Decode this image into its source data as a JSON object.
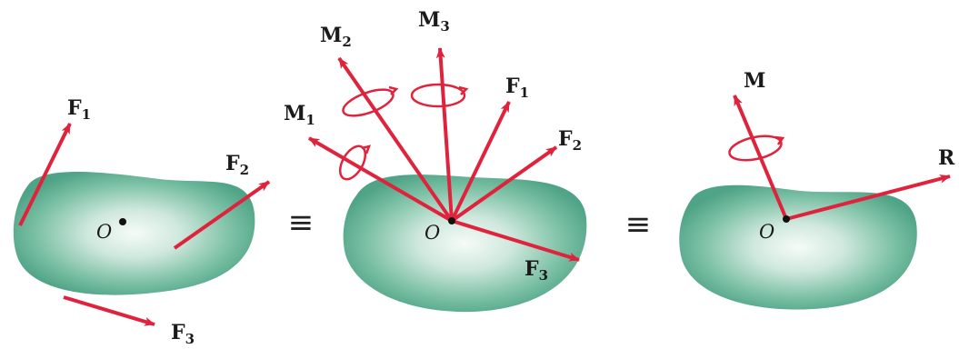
{
  "colors": {
    "arrow": "#e0233c",
    "body_edge": "#4fa386",
    "body_center": "#f6fbf8",
    "ink": "#1a1a1a"
  },
  "panels": {
    "left": {
      "origin_label": "O",
      "forces": [
        {
          "letter": "F",
          "sub": "1"
        },
        {
          "letter": "F",
          "sub": "2"
        },
        {
          "letter": "F",
          "sub": "3"
        }
      ]
    },
    "middle": {
      "origin_label": "O",
      "moments": [
        {
          "letter": "M",
          "sub": "1"
        },
        {
          "letter": "M",
          "sub": "2"
        },
        {
          "letter": "M",
          "sub": "3"
        }
      ],
      "forces": [
        {
          "letter": "F",
          "sub": "1"
        },
        {
          "letter": "F",
          "sub": "2"
        },
        {
          "letter": "F",
          "sub": "3"
        }
      ]
    },
    "right": {
      "origin_label": "O",
      "moment": {
        "letter": "M"
      },
      "resultant": {
        "letter": "R"
      }
    }
  },
  "equivalence_symbol": "≡"
}
